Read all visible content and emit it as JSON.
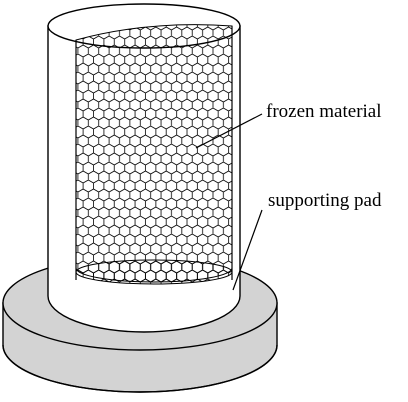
{
  "labels": {
    "frozen_material": "frozen material",
    "supporting_pad": "supporting pad"
  },
  "colors": {
    "background": "#ffffff",
    "cylinder_body": "#ffffff",
    "pad_fill": "#d3d3d3",
    "outline": "#000000",
    "mesh_background": "#ffffff"
  },
  "pattern": "hexagonal-honeycomb"
}
